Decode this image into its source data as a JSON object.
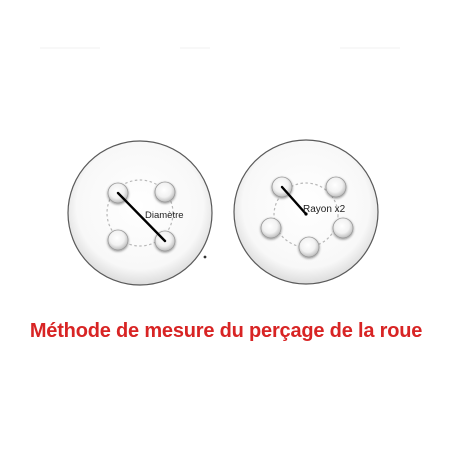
{
  "labels": {
    "diameter": "Diamètre",
    "radius": "Rayon x2"
  },
  "caption": "Méthode de mesure du perçage de la roue",
  "colors": {
    "caption": "#d82424",
    "wheel_stroke": "#5a5a5a",
    "measure_line": "#000000",
    "pitch_circle": "#b8b8b8"
  }
}
